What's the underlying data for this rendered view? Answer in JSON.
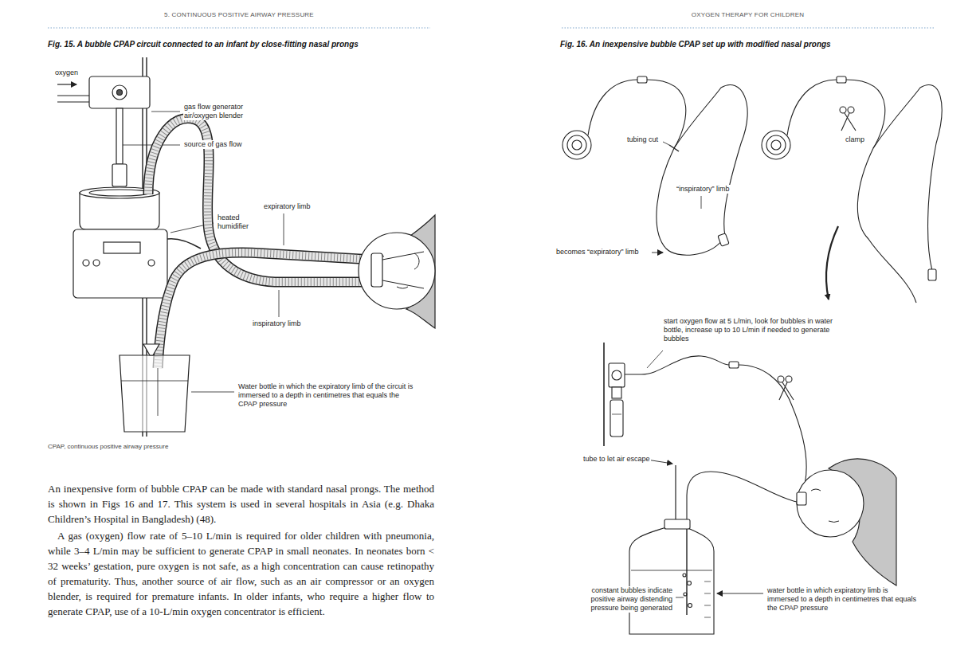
{
  "diagram": {
    "labels": [
      "5. CONTINUOUS POSITIVE AIRWAY PRESSURE",
      "Fig. 15. A bubble CPAP circuit connected to an infant by close-fitting nasal prongs",
      "oxygen",
      "gas flow generator air/oxygen blender",
      "source of gas flow",
      "expiratory limb",
      "heated humidifier",
      "inspiratory limb",
      "Water bottle in which the expiratory limb of the circuit is immersed to a depth in centimetres that equals the CPAP pressure",
      "CPAP, continuous positive airway pressure",
      "An inexpensive form of bubble CPAP can be made with standard nasal prongs. The method is shown in Figs 16 and 17. This system is used in several hospitals in Asia (e.g. Dhaka Children’s Hospital in Bangladesh) (48).",
      "A gas (oxygen) flow rate of 5–10 L/min is required for older children with pneumonia, while 3–4 L/min may be sufficient to generate CPAP in small neonates. In neonates born < 32 weeks’ gestation, pure oxygen is not safe, as a high concentration can cause retinopathy of prematurity. Thus, another source of air flow, such as an air compressor or an oxygen blender, is required for premature infants. In older infants, who require a higher flow to generate CPAP, use of a 10-L/min oxygen concentrator is efficient.",
      "OXYGEN THERAPY FOR CHILDREN",
      "Fig. 16. An inexpensive bubble CPAP set up with modified nasal prongs",
      "tubing cut",
      "clamp",
      "“inspiratory” limb",
      "becomes “expiratory” limb",
      "start oxygen flow at 5 L/min, look for bubbles in water bottle, increase up to 10 L/min if needed to generate bubbles",
      "tube to let air escape",
      "constant bubbles indicate positive airway distending pressure being generated",
      "water bottle in which expiratory limb is immersed to a depth in centimetres that equals the CPAP pressure"
    ]
  }
}
